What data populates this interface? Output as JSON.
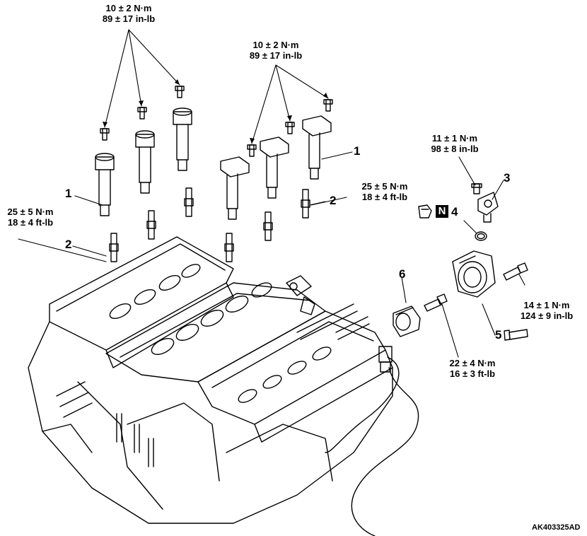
{
  "torque_specs": {
    "coil_left": {
      "metric": "10 ± 2 N·m",
      "imperial": "89 ± 17 in-lb"
    },
    "coil_right": {
      "metric": "10 ± 2 N·m",
      "imperial": "89 ± 17 in-lb"
    },
    "plug_left": {
      "metric": "25 ± 5 N·m",
      "imperial": "18 ± 4 ft-lb"
    },
    "plug_right": {
      "metric": "25 ± 5 N·m",
      "imperial": "18 ± 4 ft-lb"
    },
    "sensor_bolt": {
      "metric": "11 ± 1 N·m",
      "imperial": "98 ± 8 in-lb"
    },
    "housing_bolt": {
      "metric": "14 ± 1 N·m",
      "imperial": "124 ± 9 in-lb"
    },
    "bracket_bolt": {
      "metric": "22 ± 4 N·m",
      "imperial": "16 ± 3 ft-lb"
    }
  },
  "callouts": {
    "coil_left": "1",
    "coil_right": "1",
    "plug_left": "2",
    "plug_right": "2",
    "sensor": "3",
    "oring": "4",
    "housing_bolt": "5",
    "bracket": "6"
  },
  "symbol_n": "N",
  "figure_code": "AK403325AD",
  "colors": {
    "ink": "#000000",
    "background": "#ffffff"
  }
}
